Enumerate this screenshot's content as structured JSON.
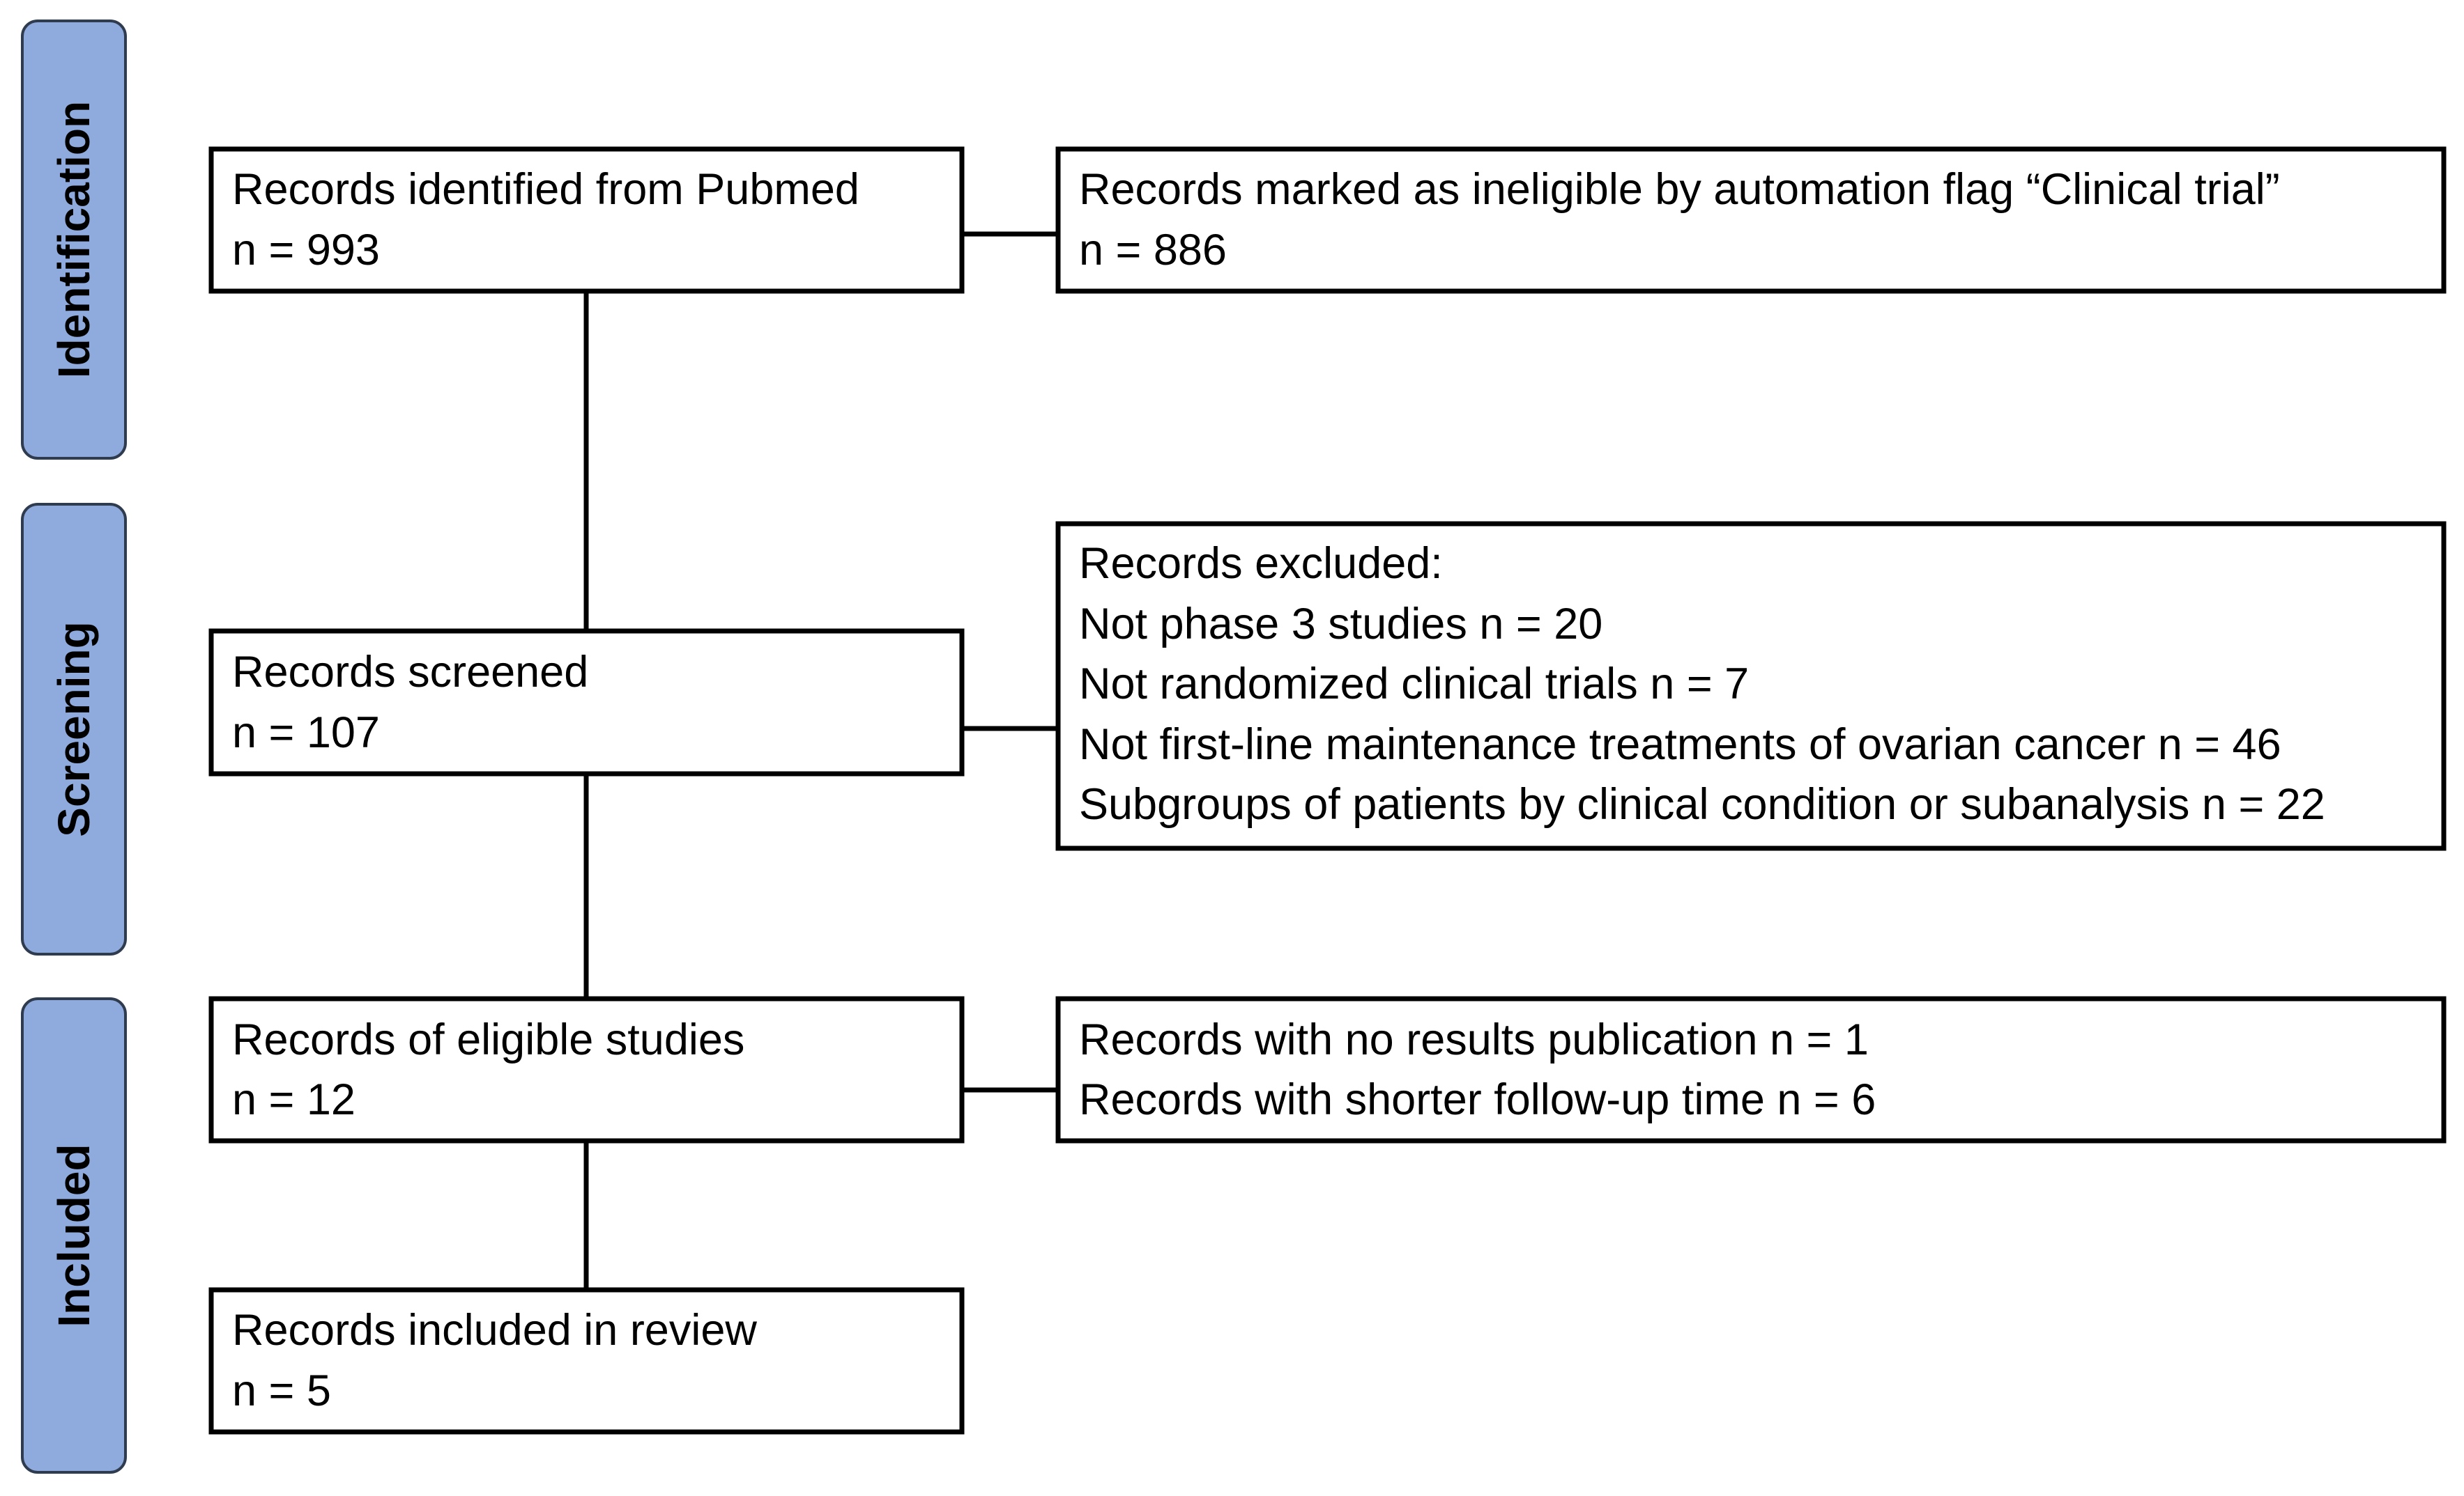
{
  "phases": {
    "identification": "Identification",
    "screening": "Screening",
    "included": "Included"
  },
  "boxes": {
    "identified": {
      "line1": "Records identified from Pubmed",
      "line2": "n = 993"
    },
    "ineligible": {
      "line1": "Records marked as ineligible by automation flag “Clinical trial”",
      "line2": "n = 886"
    },
    "screened": {
      "line1": "Records screened",
      "line2": "n = 107"
    },
    "excluded": {
      "line1": "Records excluded:",
      "line2": "Not phase 3 studies n = 20",
      "line3": "Not randomized clinical trials n = 7",
      "line4": "Not first-line maintenance treatments of ovarian cancer n = 46",
      "line5": "Subgroups of patients by clinical condition or subanalysis n = 22"
    },
    "eligible": {
      "line1": "Records of eligible studies",
      "line2": "n = 12"
    },
    "eligible_excluded": {
      "line1": "Records with no results publication n = 1",
      "line2": "Records with shorter follow-up time n = 6"
    },
    "included_review": {
      "line1": "Records included in review",
      "line2": "n = 5"
    }
  },
  "colors": {
    "phase_fill": "#8faadc",
    "box_stroke": "#000000"
  }
}
